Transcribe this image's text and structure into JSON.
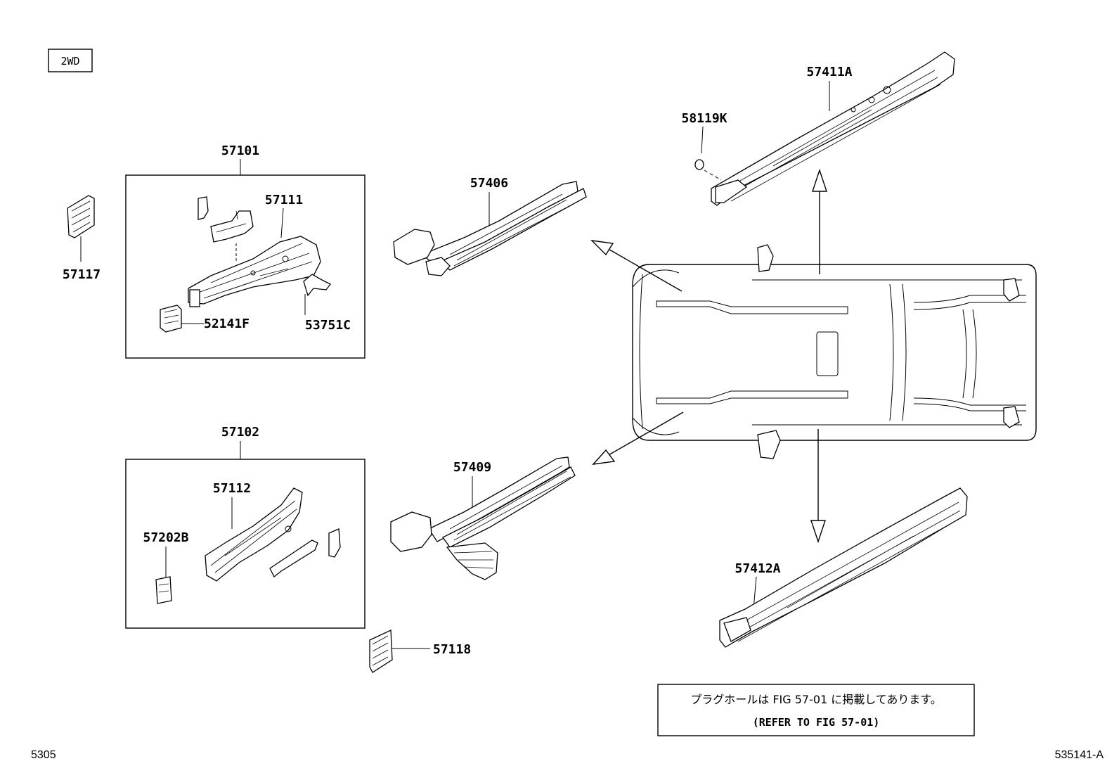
{
  "variant_tag": "2WD",
  "labels": {
    "p57101": "57101",
    "p57111": "57111",
    "p52141F": "52141F",
    "p53751C": "53751C",
    "p57117": "57117",
    "p57102": "57102",
    "p57112": "57112",
    "p57202B": "57202B",
    "p57118": "57118",
    "p57406": "57406",
    "p57409": "57409",
    "p57411A": "57411A",
    "p58119K": "58119K",
    "p57412A": "57412A"
  },
  "note": {
    "japanese": "プラグホールは FIG 57-01 に掲載してあります。",
    "english": "(REFER TO FIG 57-01)"
  },
  "footer": {
    "left_code": "5305",
    "right_code": "535141-A"
  }
}
